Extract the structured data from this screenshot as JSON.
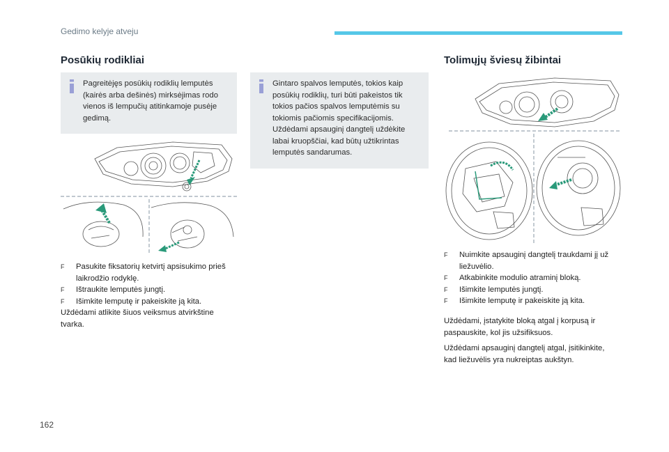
{
  "header": {
    "title": "Gedimo kelyje atveju"
  },
  "page_number": "162",
  "left": {
    "title": "Posūkių rodikliai",
    "note_lines": [
      "Pagreitėjęs posūkių rodiklių lemputės",
      "(kairės arba dešinės) mirksėjimas rodo",
      "vienos iš lempučių atitinkamoje pusėje",
      "gedimą."
    ],
    "steps": [
      [
        "Pasukite fiksatorių ketvirtį apsisukimo prieš",
        "laikrodžio rodyklę."
      ],
      [
        "Ištraukite lemputės jungtį."
      ],
      [
        "Išimkite lemputę ir pakeiskite ją kita."
      ]
    ],
    "after_lines": [
      "Uždėdami atlikite šiuos veiksmus atvirkštine",
      "tvarka."
    ]
  },
  "middle": {
    "note_lines": [
      "Gintaro spalvos lemputės, tokios kaip",
      "posūkių rodiklių, turi būti pakeistos tik",
      "tokios pačios spalvos lemputėmis su",
      "tokiomis pačiomis specifikacijomis.",
      "Uždėdami apsauginį dangtelį uždėkite",
      "labai kruopščiai, kad būtų užtikrintas",
      "lemputės sandarumas."
    ]
  },
  "right": {
    "title": "Tolimųjų šviesų žibintai",
    "steps": [
      [
        "Nuimkite apsauginį dangtelį traukdami jį už",
        "liežuvėlio."
      ],
      [
        "Atkabinkite modulio atraminį bloką."
      ],
      [
        "Išimkite lemputės jungtį."
      ],
      [
        "Išimkite lemputę ir pakeiskite ją kita."
      ]
    ],
    "para1_lines": [
      "Uždėdami, įstatykite bloką atgal į korpusą ir",
      "paspauskite, kol jis užsifiksuos."
    ],
    "para2_lines": [
      "Uždėdami apsauginį dangtelį atgal, įsitikinkite,",
      "kad liežuvėlis yra nukreiptas aukštyn."
    ]
  },
  "bullet_glyph": "F",
  "colors": {
    "accent": "#55c7e8",
    "note_bg": "#e9ecee",
    "icon": "#9aa0d6",
    "arrow": "#2a9a7a"
  }
}
